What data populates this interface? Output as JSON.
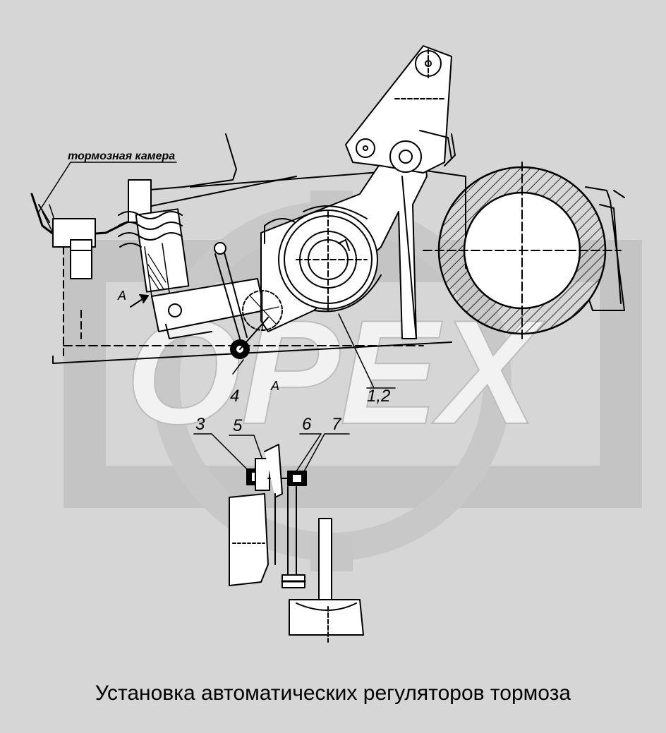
{
  "caption": "Установка автоматических регуляторов тормоза",
  "labels": {
    "brake_chamber": "тормозная камера",
    "view_a_arrow": "А",
    "view_a": "А",
    "item_4": "4",
    "item_1_2": "1,2",
    "item_3": "3",
    "item_5": "5",
    "item_6": "6",
    "item_7": "7"
  },
  "watermark": {
    "text": "OPEX"
  }
}
